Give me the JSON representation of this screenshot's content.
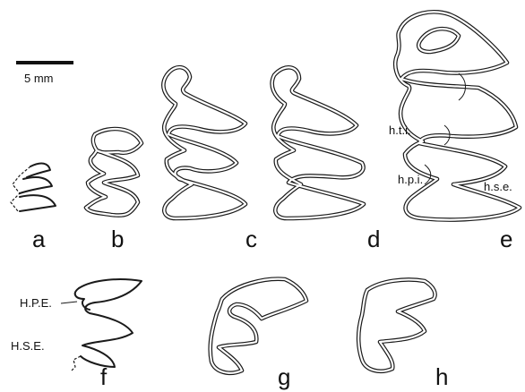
{
  "scale_bar": {
    "label": "5 mm"
  },
  "panel_labels": [
    "a",
    "b",
    "c",
    "d",
    "e",
    "f",
    "g",
    "h"
  ],
  "annotations": {
    "e": [
      "h.t.i.",
      "h.p.i.",
      "h.s.e."
    ],
    "f": [
      "H.P.E.",
      "H.S.E."
    ]
  }
}
